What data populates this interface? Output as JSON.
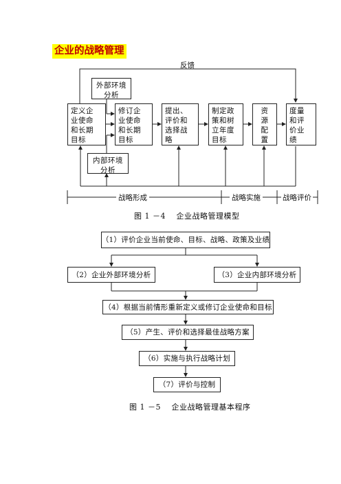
{
  "page_title": "企业的战略管理",
  "figure1": {
    "feedback_label": "反馈",
    "external_env": "外部环境\n分析",
    "internal_env": "内部环境\n分析",
    "steps": [
      "定义企\n业使命\n和长期\n目标",
      "修订企\n业使命\n和长期\n目标",
      "提出、\n评价和\n选择战\n略",
      "制定政\n策和树\n立年度\n目标",
      "资\n源\n配\n置",
      "度量\n和评\n价业\n绩"
    ],
    "phases": [
      "战略形成",
      "战略实施",
      "战略评价"
    ],
    "caption": "图 1 －4　 企业战略管理模型"
  },
  "figure2": {
    "steps": [
      "（1）评价企业当前使命、目标、战略、政策及业绩",
      "（2）企业外部环境分析",
      "（3）企业内部环境分析",
      "（4）根据当前情形重新定义或修订企业使命和目标",
      "（5）产生、评价和选择最佳战略方案",
      "（6）实施与执行战略计划",
      "（7）评价与控制"
    ],
    "caption": "图 1 －5　 企业战略管理基本程序"
  }
}
